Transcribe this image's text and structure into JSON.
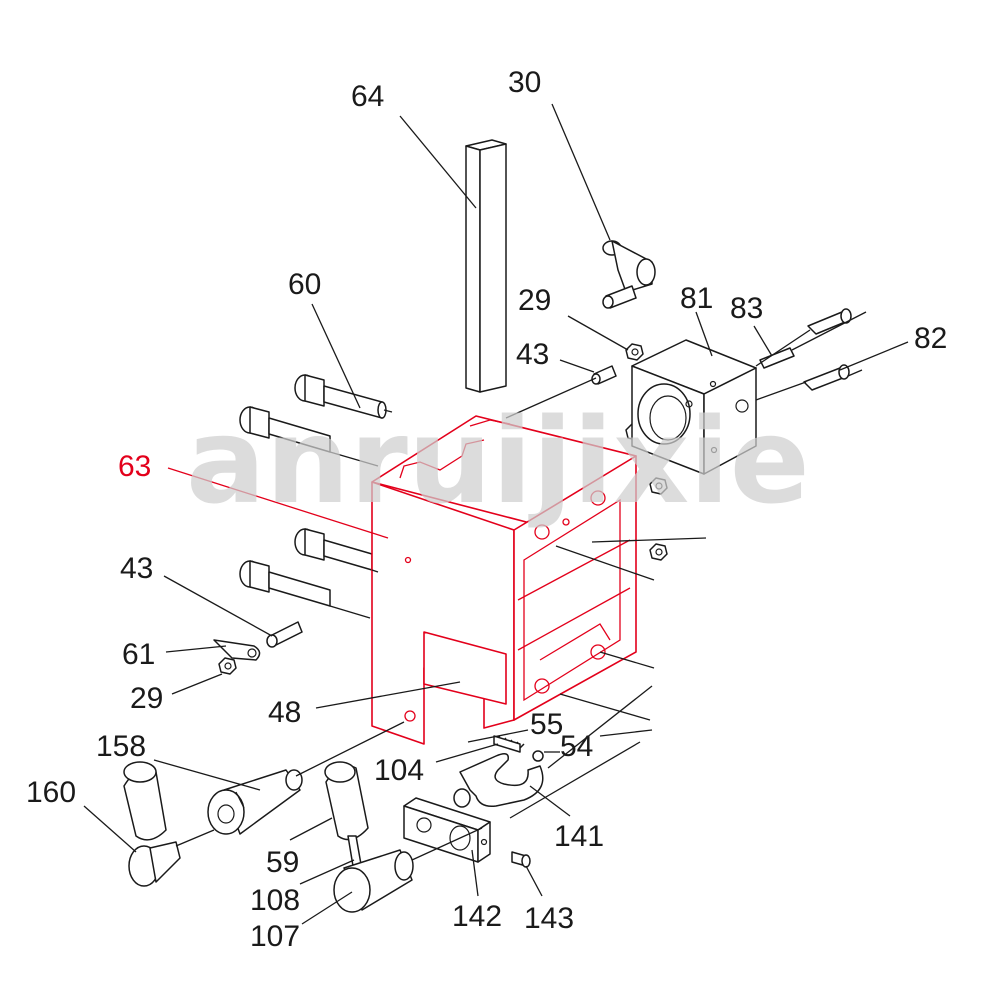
{
  "watermark": "anruijixie",
  "colors": {
    "highlight": "#e3001b",
    "ink": "#1a1a1a",
    "watermark": "#cfcfcf"
  },
  "labels": {
    "p30": "30",
    "p64": "64",
    "p60": "60",
    "p29a": "29",
    "p81": "81",
    "p83": "83",
    "p82": "82",
    "p43a": "43",
    "p63": "63",
    "p43b": "43",
    "p61": "61",
    "p29b": "29",
    "p48": "48",
    "p55": "55",
    "p104": "104",
    "p54": "54",
    "p158": "158",
    "p160": "160",
    "p141": "141",
    "p59": "59",
    "p108": "108",
    "p107": "107",
    "p142": "142",
    "p143": "143"
  }
}
